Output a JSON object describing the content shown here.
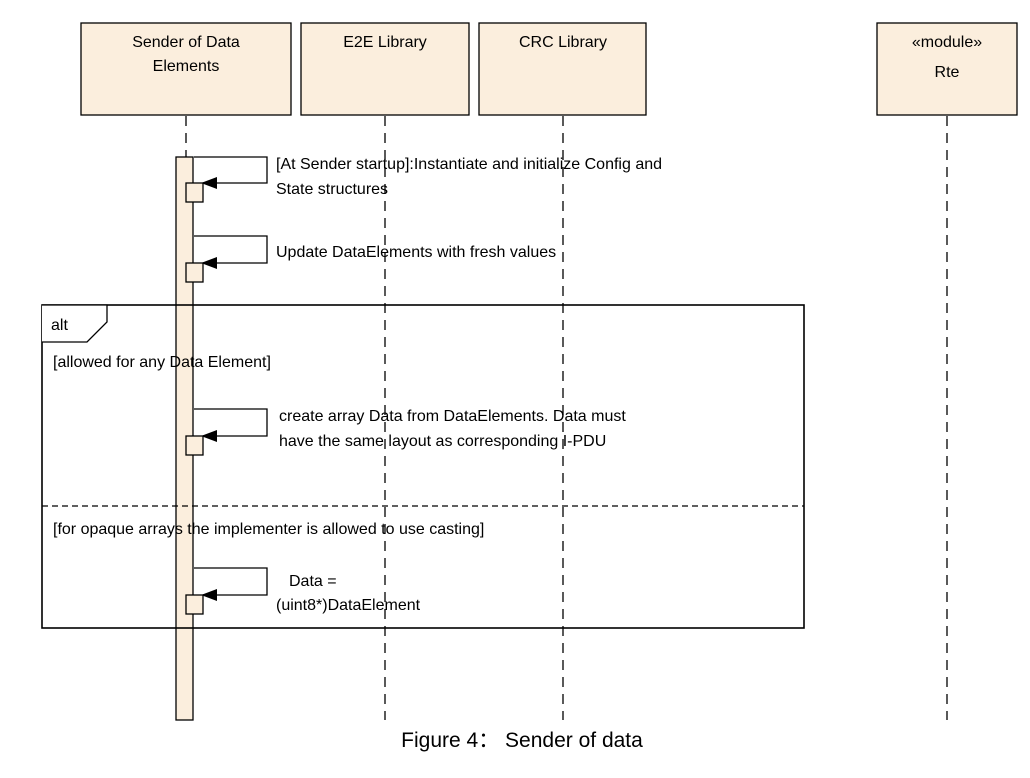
{
  "lifelines": [
    {
      "id": "sender",
      "lines": [
        "Sender of Data",
        "Elements"
      ]
    },
    {
      "id": "e2e",
      "lines": [
        "E2E Library"
      ]
    },
    {
      "id": "crc",
      "lines": [
        "CRC Library"
      ]
    },
    {
      "id": "rte",
      "lines": [
        "«module»",
        "Rte"
      ]
    }
  ],
  "messages": [
    {
      "id": "msg-init",
      "lines": [
        "[At Sender startup]:Instantiate and initialize Config and",
        "State structures"
      ]
    },
    {
      "id": "msg-update",
      "lines": [
        "Update DataElements with fresh values"
      ]
    },
    {
      "id": "msg-create-array",
      "lines": [
        "create array Data from DataElements. Data must",
        "have the same layout as corresponding I-PDU"
      ]
    },
    {
      "id": "msg-cast",
      "lines": [
        "Data =",
        "(uint8*)DataElement"
      ]
    }
  ],
  "fragment": {
    "operator": "alt",
    "guards": [
      "[allowed for any Data Element]",
      "[for opaque arrays the implementer is allowed to use casting]"
    ]
  },
  "caption": "Figure 4： Sender of data",
  "colors": {
    "box_fill": "#fbeedd",
    "line": "#000000"
  }
}
